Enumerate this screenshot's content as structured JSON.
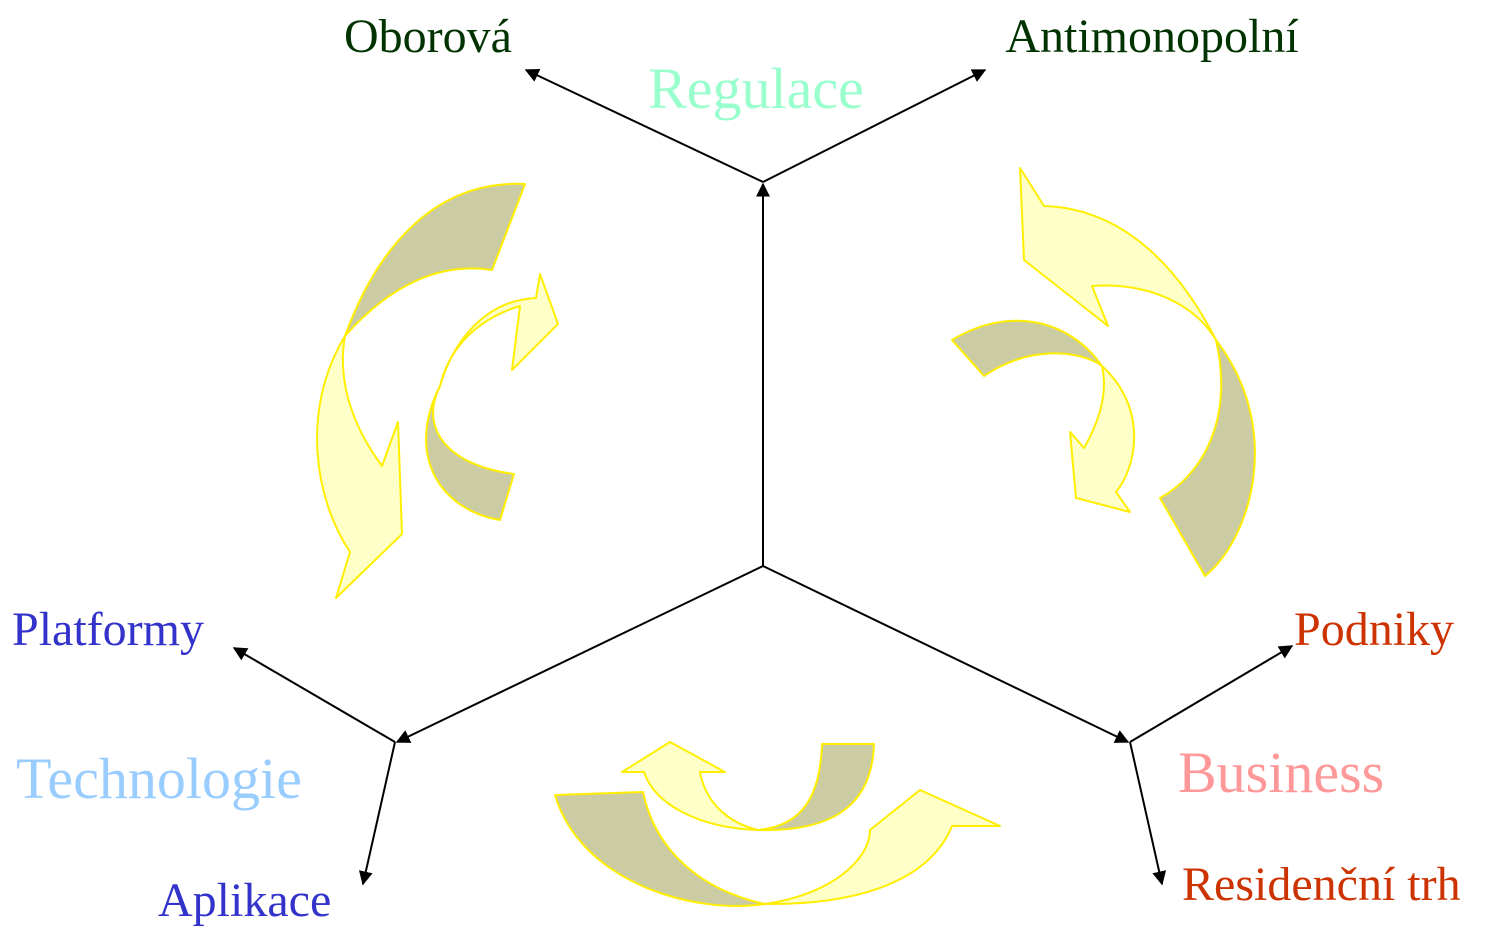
{
  "dimensions": {
    "regulace": {
      "title": "Regulace",
      "branches": [
        "Oborová",
        "Antimonopolní"
      ],
      "title_color": "#99ffcc",
      "branch_color": "#003300"
    },
    "technologie": {
      "title": "Technologie",
      "branches": [
        "Platformy",
        "Aplikace"
      ],
      "title_color": "#99ccff",
      "branch_color": "#3333cc"
    },
    "business": {
      "title": "Business",
      "branches": [
        "Podniky",
        "Residenční trh"
      ],
      "title_color": "#ff9999",
      "branch_color": "#cc3300"
    }
  },
  "colors": {
    "axis": "#000000",
    "arrow_light_fill": "#ffffc8",
    "arrow_dark_fill": "#cccca4",
    "arrow_outline": "#ffee00"
  }
}
